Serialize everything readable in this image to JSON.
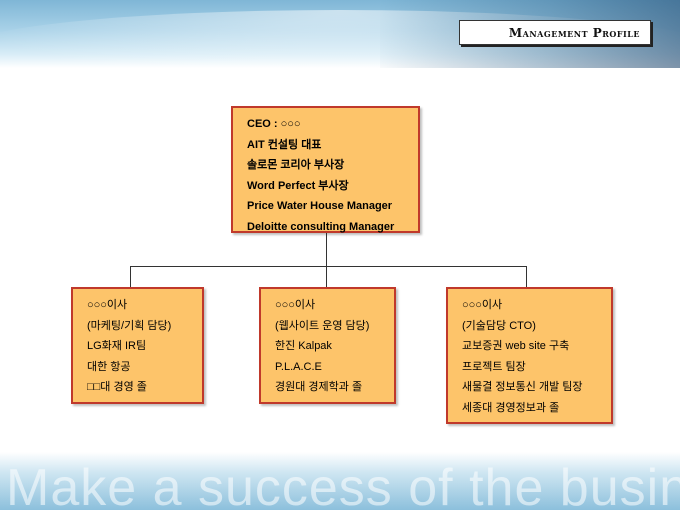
{
  "header": {
    "title": "Management Profile"
  },
  "ceo": {
    "lines": [
      "CEO  :  ○○○",
      "AIT 컨설팅 대표",
      "솔로몬 코리아 부사장",
      "Word Perfect 부사장",
      "Price Water House Manager",
      "Deloitte consulting Manager"
    ]
  },
  "directors": [
    {
      "lines": [
        "○○○이사",
        "(마케팅/기획 담당)",
        "LG화재 IR팀",
        "대한 항공",
        "□□대 경영 졸"
      ]
    },
    {
      "lines": [
        "○○○이사",
        "(웹사이트 운영 담당)",
        "한진 Kalpak",
        "P.L.A.C.E",
        "경원대 경제학과 졸"
      ]
    },
    {
      "lines": [
        "○○○이사",
        "(기술담당 CTO)",
        "교보증권 web site 구축",
        "프로젝트 팀장",
        "새물결 정보통신 개발 팀장",
        "세종대 경영정보과 졸"
      ]
    }
  ],
  "footer": {
    "slogan": "Make a success of the business"
  }
}
